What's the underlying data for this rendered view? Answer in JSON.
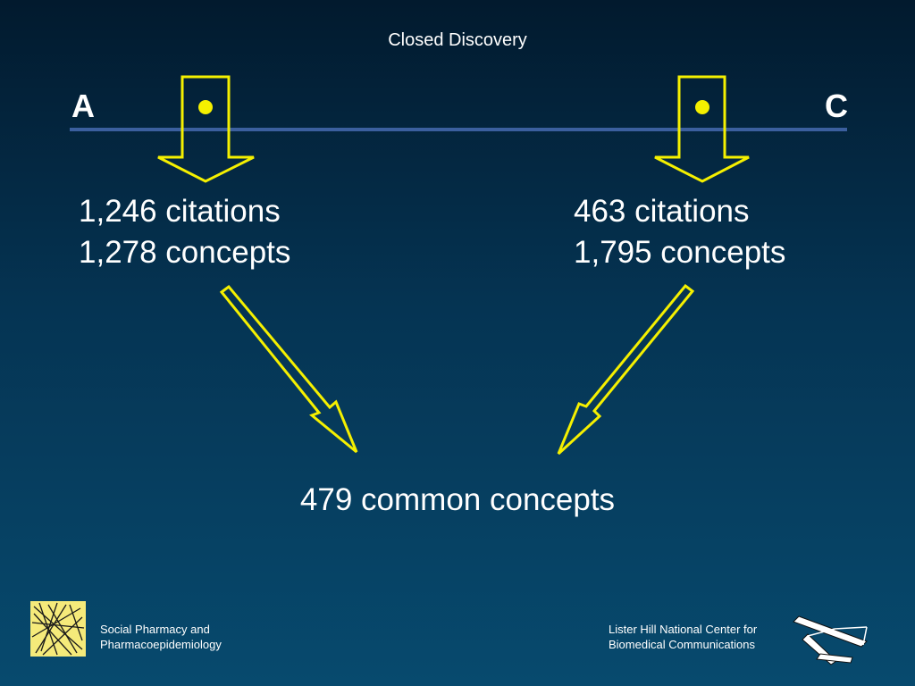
{
  "title": "Closed Discovery",
  "label_a": "A",
  "label_c": "C",
  "left": {
    "citations": "1,246 citations",
    "concepts": "1,278 concepts"
  },
  "right": {
    "citations": "463 citations",
    "concepts": "1,795 concepts"
  },
  "result": "479 common concepts",
  "footer": {
    "left_line1": "Social Pharmacy and",
    "left_line2": "Pharmacoepidemiology",
    "right_line1": "Lister Hill National Center for",
    "right_line2": "Biomedical Communications"
  },
  "colors": {
    "arrow": "#f5f000",
    "dot": "#f5f000",
    "line": "#3b5f9e",
    "text": "#ffffff"
  },
  "icons": {
    "left_logo": "yellow-hatched-logo-icon",
    "right_logo": "lhncbc-logo-icon",
    "down_arrow": "hollow-down-arrow-icon",
    "diagonal_arrow": "hollow-diagonal-arrow-icon"
  }
}
